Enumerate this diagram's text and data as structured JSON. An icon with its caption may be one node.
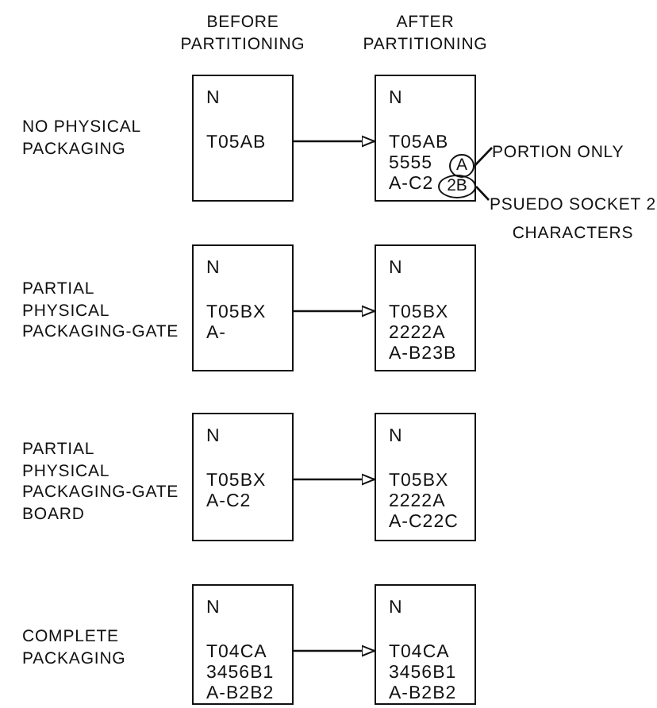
{
  "diagram": {
    "nodes": [
      {
        "text": [
          "N",
          "T05AB"
        ]
      },
      {
        "text": [
          "N",
          "T05AB",
          "5555",
          "A-C2"
        ]
      },
      {
        "text": [
          "A"
        ],
        "in": 1
      },
      {
        "text": [
          "2B"
        ],
        "in": 1
      },
      {
        "text": [
          "PORTION ONLY"
        ]
      },
      {
        "text": [
          "PSUEDO SOCKET 2 CHARACTERS"
        ]
      },
      {
        "text": [
          "N",
          "T05BX",
          "A-"
        ]
      },
      {
        "text": [
          "N",
          "T05BX",
          "2222A",
          "A-B23B"
        ]
      },
      {
        "text": [
          "N",
          "T05BX",
          "A-C2"
        ]
      },
      {
        "text": [
          "N",
          "T05BX",
          "2222A",
          "A-C22C"
        ]
      },
      {
        "text": [
          "N",
          "T04CA",
          "3456B1",
          "A-B2B2"
        ]
      },
      {
        "text": [
          "N",
          "T04CA",
          "3456B1",
          "A-B2B2"
        ]
      }
    ],
    "edges": [
      {
        "from": 0,
        "to": 1,
        "arrow": "to"
      },
      {
        "from": 4,
        "to": 2,
        "arrow": "none"
      },
      {
        "from": 5,
        "to": 3,
        "arrow": "none"
      },
      {
        "from": 6,
        "to": 7,
        "arrow": "to"
      },
      {
        "from": 8,
        "to": 9,
        "arrow": "to"
      },
      {
        "from": 10,
        "to": 11,
        "arrow": "to"
      }
    ],
    "labels": [
      "BEFORE PARTITIONING",
      "AFTER PARTITIONING",
      "NO PHYSICAL PACKAGING",
      "PARTIAL PHYSICAL PACKAGING-GATE",
      "PARTIAL PHYSICAL PACKAGING-GATE BOARD",
      "COMPLETE PACKAGING"
    ]
  }
}
